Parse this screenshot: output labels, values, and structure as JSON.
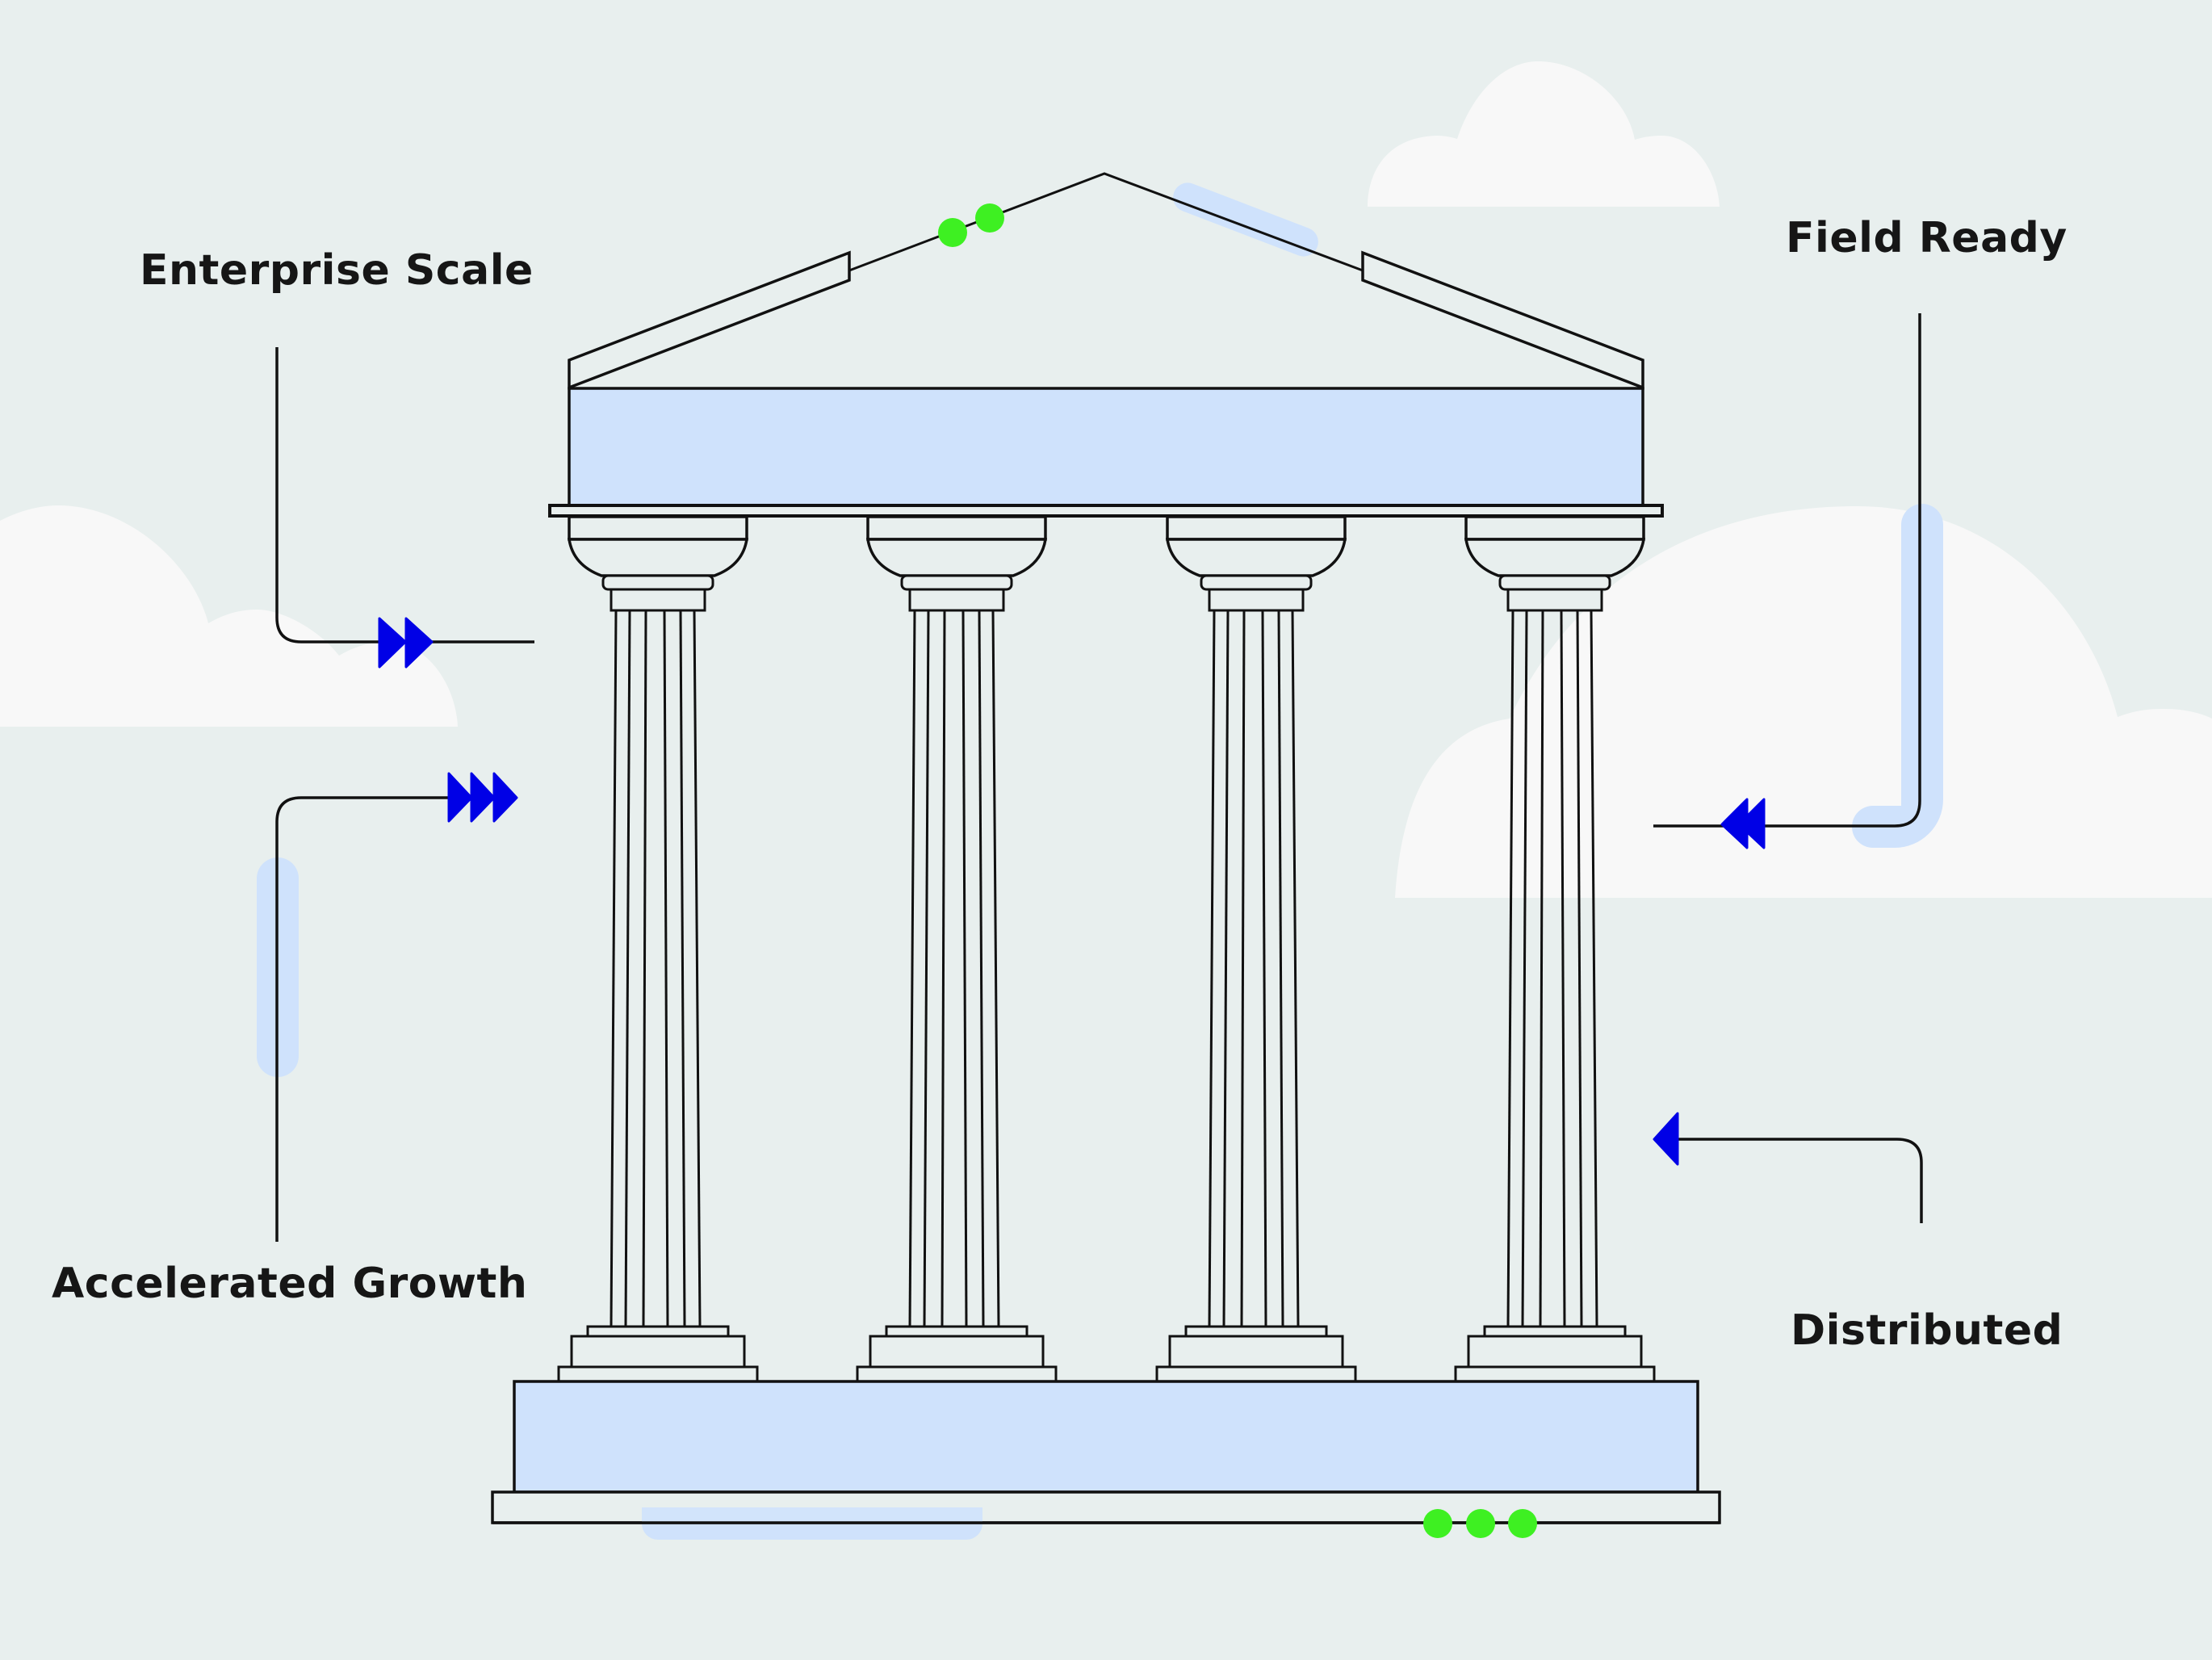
{
  "diagram": {
    "title": "Four pillars temple",
    "pillars": [
      {
        "id": "enterprise-scale",
        "label": "Enterprise Scale",
        "arrow_direction": "right",
        "arrow_count": 2
      },
      {
        "id": "accelerated-growth",
        "label": "Accelerated Growth",
        "arrow_direction": "right",
        "arrow_count": 3
      },
      {
        "id": "field-ready",
        "label": "Field Ready",
        "arrow_direction": "left",
        "arrow_count": 2
      },
      {
        "id": "distributed",
        "label": "Distributed",
        "arrow_direction": "left",
        "arrow_count": 1
      }
    ],
    "column_count": 4,
    "roof_dots": 2,
    "base_dots": 3
  },
  "colors": {
    "background": "#e8efee",
    "cloud": "#f8f8f8",
    "fill_blue": "#cfe2fc",
    "stroke": "#111111",
    "arrow": "#0000e6",
    "dot": "#3ef022"
  }
}
